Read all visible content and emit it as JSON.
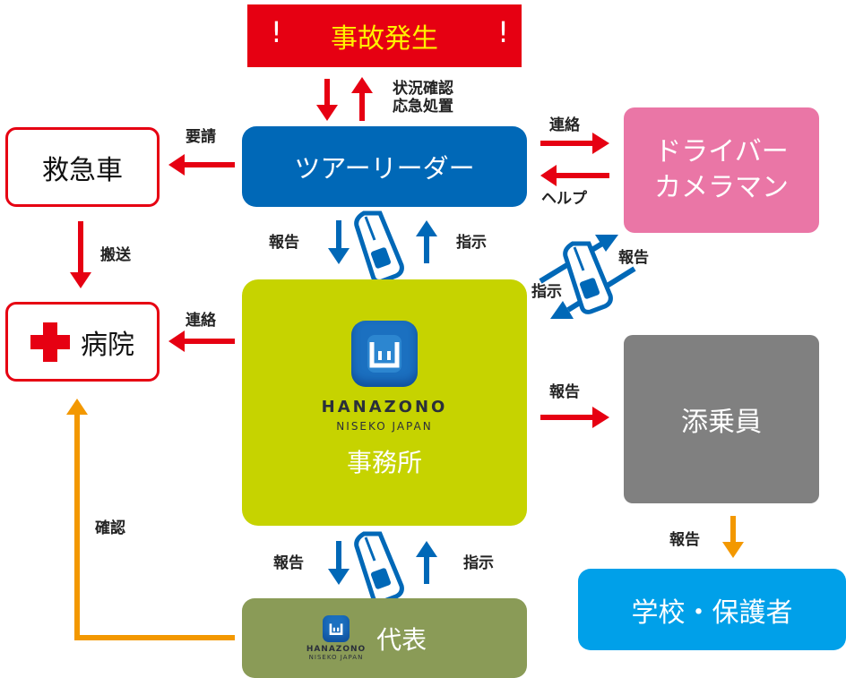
{
  "accident": {
    "label": "事故発生",
    "mark": "!"
  },
  "tour_leader": {
    "label": "ツアーリーダー"
  },
  "driver": {
    "line1": "ドライバー",
    "line2": "カメラマン"
  },
  "ambulance": {
    "label": "救急車"
  },
  "hospital": {
    "label": "病院"
  },
  "office": {
    "brand": "HANAZONO",
    "sub": "NISEKO JAPAN",
    "label": "事務所"
  },
  "attendant": {
    "label": "添乗員"
  },
  "school": {
    "label": "学校・保護者"
  },
  "representative": {
    "label": "代表",
    "brand": "HANAZONO",
    "sub": "NISEKO JAPAN"
  },
  "edge_labels": {
    "situation_line1": "状況確認",
    "situation_line2": "応急処置",
    "request": "要請",
    "contact_driver": "連絡",
    "help": "ヘルプ",
    "transport": "搬送",
    "report_office": "報告",
    "instruct_office": "指示",
    "report_driver": "報告",
    "instruct_driver": "指示",
    "contact_hospital": "連絡",
    "report_attendant": "報告",
    "confirm": "確認",
    "report_rep": "報告",
    "instruct_rep": "指示",
    "report_school": "報告"
  },
  "colors": {
    "red": "#e60012",
    "blue": "#0068b7",
    "orange": "#f39800",
    "lime": "#c6d300",
    "pink": "#ea76a6",
    "gray": "#808080",
    "cyan": "#00a0e9",
    "olive": "#8a9b57"
  },
  "icons": [
    "mobile-phone-icon",
    "hanazono-logo-icon",
    "red-cross-icon",
    "exclamation-icon"
  ]
}
